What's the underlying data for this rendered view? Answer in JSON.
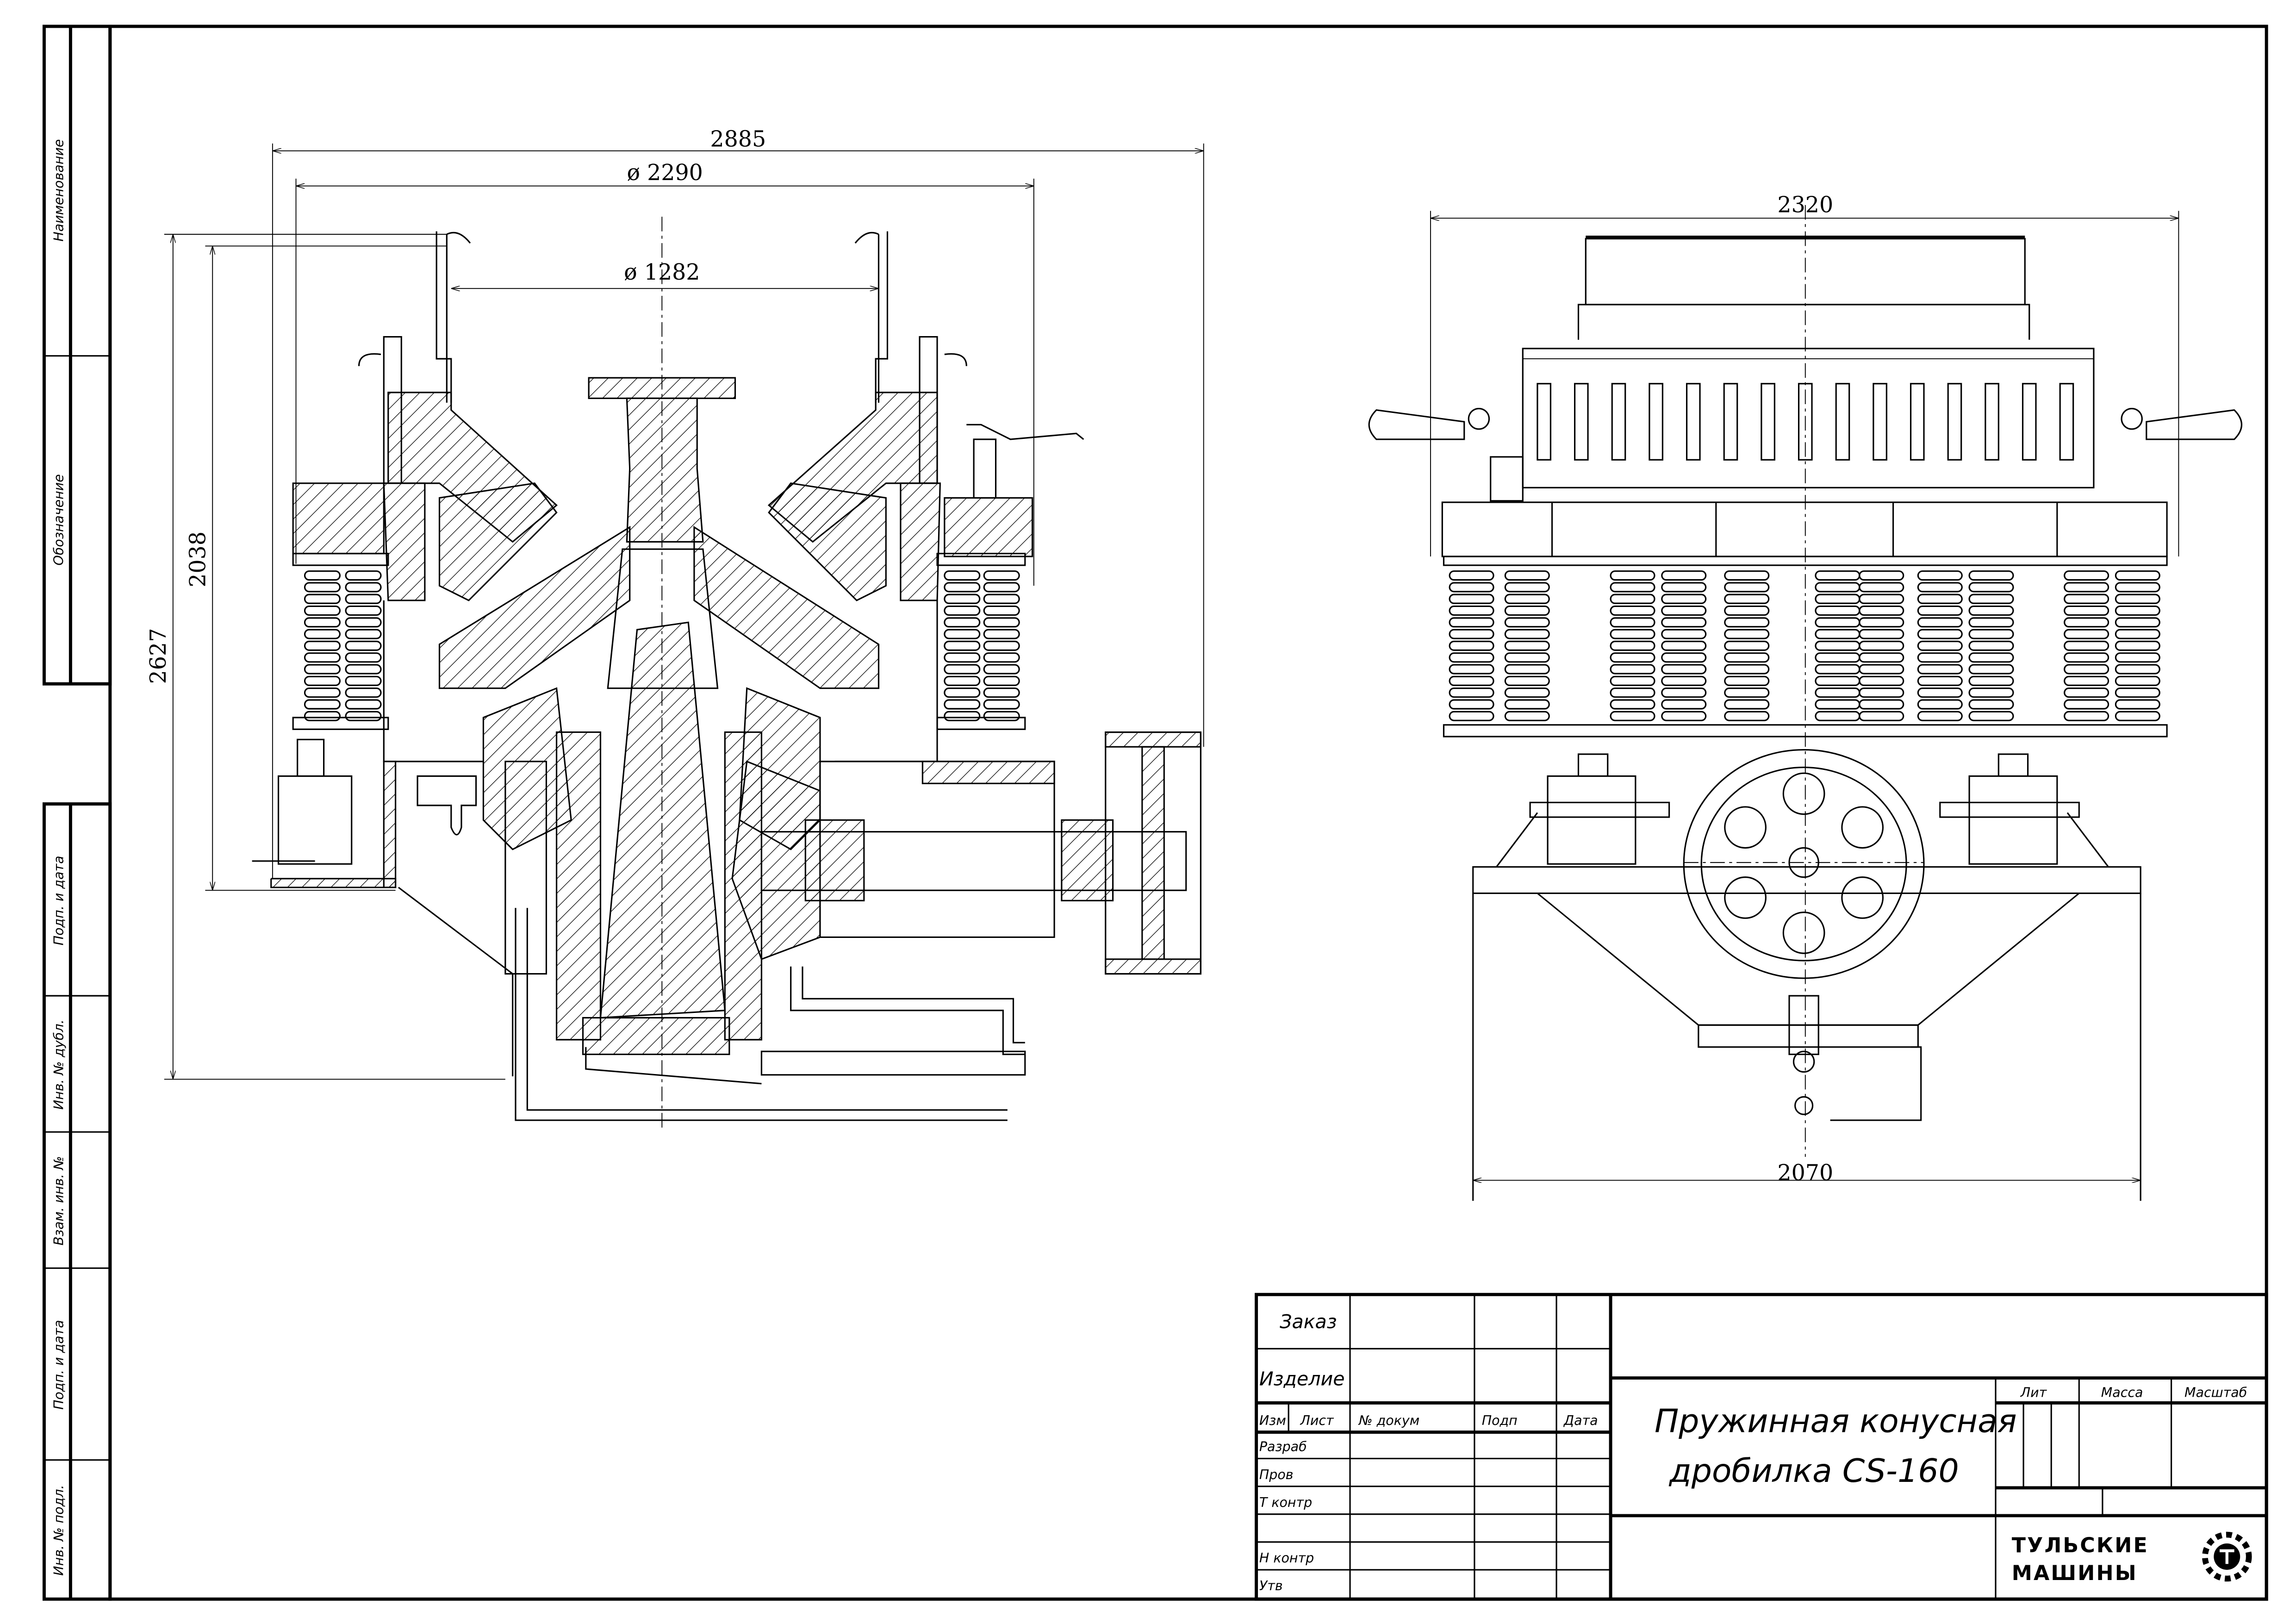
{
  "side_strip": {
    "top": [
      "Наименование",
      "Обозначение"
    ],
    "bottom": [
      "Подп. и дата",
      "Инв. № дубл.",
      "Взам. инв. №",
      "Подп. и дата",
      "Инв. № подл."
    ]
  },
  "left_view": {
    "dims": {
      "overall_width": "2885",
      "bowl_diameter": "ø 2290",
      "feed_diameter": "ø 1282",
      "overall_height": "2627",
      "height_to_base": "2038"
    }
  },
  "right_view": {
    "dims": {
      "top_width": "2320",
      "base_width": "2070"
    }
  },
  "title_block": {
    "order_label": "Заказ",
    "product_label": "Изделие",
    "columns": [
      "Изм",
      "Лист",
      "№ докум",
      "Подп",
      "Дата"
    ],
    "roles": [
      "Разраб",
      "Пров",
      "Т контр",
      "",
      "Н контр",
      "Утв"
    ],
    "title_line1": "Пружинная конусная",
    "title_line2": "дробилка CS-160",
    "lit_label": "Лит",
    "mass_label": "Масса",
    "scale_label": "Масштаб",
    "logo_line1": "ТУЛЬСКИЕ",
    "logo_line2": "МАШИНЫ"
  }
}
